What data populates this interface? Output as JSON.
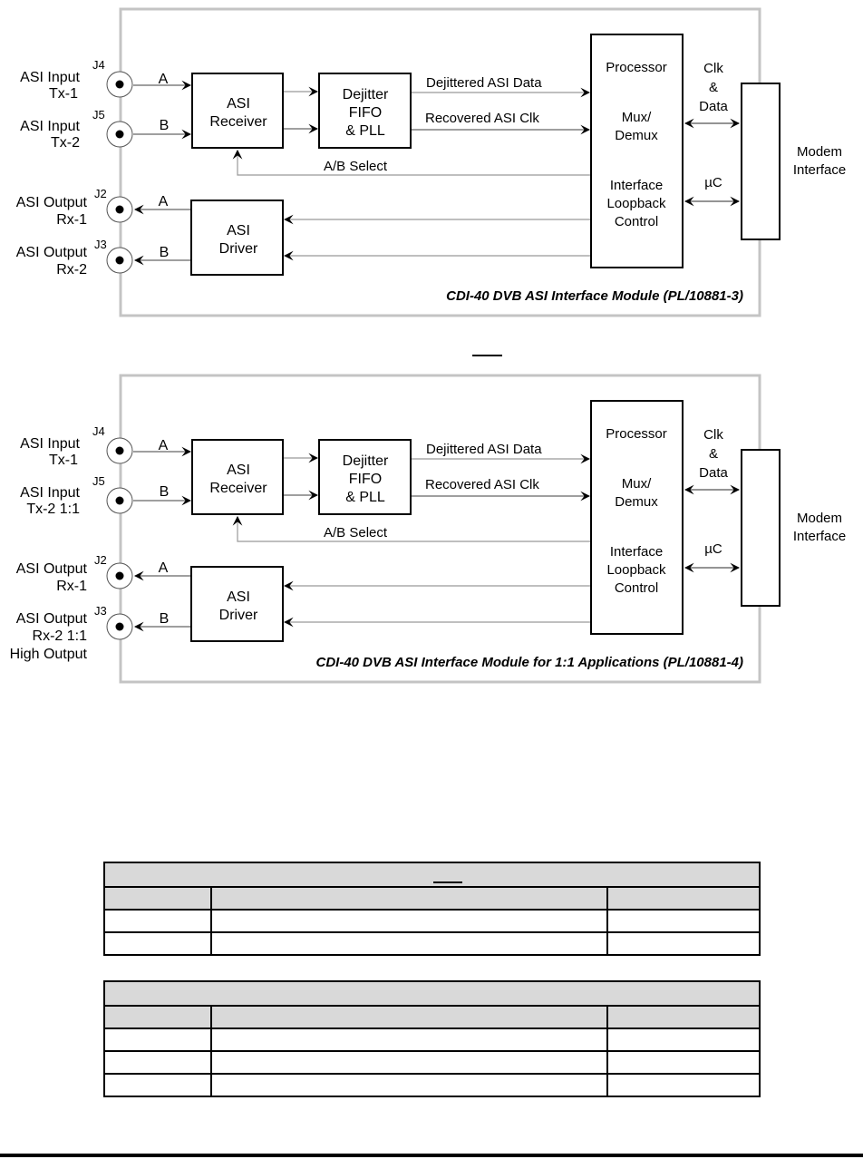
{
  "diagrams": [
    {
      "caption": "CDI-40 DVB ASI Interface Module (PL/10881-3)",
      "connectors": {
        "j4": {
          "id": "J4",
          "label_line1": "ASI Input",
          "label_line2": "Tx-1",
          "label_line3": "",
          "channel": "A"
        },
        "j5": {
          "id": "J5",
          "label_line1": "ASI Input",
          "label_line2": "Tx-2",
          "label_line3": "",
          "channel": "B"
        },
        "j2": {
          "id": "J2",
          "label_line1": "ASI Output",
          "label_line2": "Rx-1",
          "label_line3": "",
          "channel": "A"
        },
        "j3": {
          "id": "J3",
          "label_line1": "ASI Output",
          "label_line2": "Rx-2",
          "label_line3": "",
          "channel": "B"
        }
      },
      "blocks": {
        "receiver": {
          "line1": "ASI",
          "line2": "Receiver"
        },
        "dejitter": {
          "line1": "Dejitter",
          "line2": "FIFO",
          "line3": "& PLL"
        },
        "driver": {
          "line1": "ASI",
          "line2": "Driver"
        },
        "processor": {
          "line1": "Processor",
          "line2": "Mux/",
          "line3": "Demux",
          "line4": "Interface",
          "line5": "Loopback",
          "line6": "Control"
        },
        "modem": {
          "line1": "Modem",
          "line2": "Interface"
        }
      },
      "signals": {
        "dejittered_data": "Dejittered  ASI Data",
        "recovered_clk": "Recovered  ASI Clk",
        "ab_select": "A/B Select",
        "clk": "Clk",
        "amp": "&",
        "data": "Data",
        "uc": "µC"
      }
    },
    {
      "caption": "CDI-40 DVB ASI Interface Module for 1:1 Applications (PL/10881-4)",
      "connectors": {
        "j4": {
          "id": "J4",
          "label_line1": "ASI Input",
          "label_line2": "Tx-1",
          "label_line3": "",
          "channel": "A"
        },
        "j5": {
          "id": "J5",
          "label_line1": "ASI Input",
          "label_line2": "Tx-2 1:1",
          "label_line3": "",
          "channel": "B"
        },
        "j2": {
          "id": "J2",
          "label_line1": "ASI Output",
          "label_line2": "Rx-1",
          "label_line3": "",
          "channel": "A"
        },
        "j3": {
          "id": "J3",
          "label_line1": "ASI Output",
          "label_line2": "Rx-2 1:1",
          "label_line3": "High Output",
          "channel": "B"
        }
      },
      "blocks": {
        "receiver": {
          "line1": "ASI",
          "line2": "Receiver"
        },
        "dejitter": {
          "line1": "Dejitter",
          "line2": "FIFO",
          "line3": "& PLL"
        },
        "driver": {
          "line1": "ASI",
          "line2": "Driver"
        },
        "processor": {
          "line1": "Processor",
          "line2": "Mux/",
          "line3": "Demux",
          "line4": "Interface",
          "line5": "Loopback",
          "line6": "Control"
        },
        "modem": {
          "line1": "Modem",
          "line2": "Interface"
        }
      },
      "signals": {
        "dejittered_data": "Dejittered  ASI Data",
        "recovered_clk": "Recovered  ASI Clk",
        "ab_select": "A/B Select",
        "clk": "Clk",
        "amp": "&",
        "data": "Data",
        "uc": "µC"
      }
    }
  ],
  "tables": [
    {
      "title": "",
      "header": [
        "",
        "",
        ""
      ],
      "rows": [
        [
          "",
          "",
          ""
        ],
        [
          "",
          "",
          ""
        ]
      ]
    },
    {
      "title": "",
      "header": [
        "",
        "",
        ""
      ],
      "rows": [
        [
          "",
          "",
          ""
        ],
        [
          "",
          "",
          ""
        ],
        [
          "",
          "",
          ""
        ]
      ]
    }
  ]
}
